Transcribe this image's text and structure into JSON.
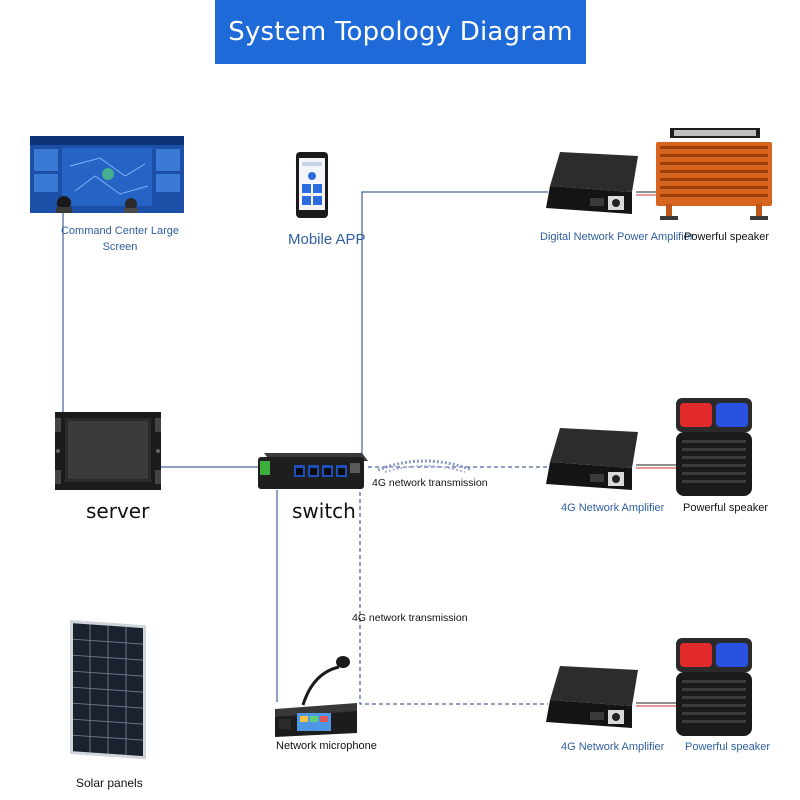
{
  "title": "System Topology Diagram",
  "colors": {
    "banner": "#1e6ad8",
    "link_solid": "#1f3f8a",
    "link_dashed": "#1f3f8a",
    "label_blue": "#2f5f9e",
    "speaker_orange": "#d8651f"
  },
  "nodes": {
    "command_center": {
      "label": "Command Center Large Screen",
      "icon": "monitor-wall-icon"
    },
    "mobile_app": {
      "label": "Mobile APP",
      "icon": "smartphone-icon"
    },
    "server": {
      "label": "server",
      "icon": "rack-server-icon"
    },
    "switch": {
      "label": "switch",
      "icon": "network-switch-icon"
    },
    "network_microphone": {
      "label": "Network microphone",
      "icon": "gooseneck-microphone-icon"
    },
    "solar_panels": {
      "label": "Solar panels",
      "icon": "solar-panel-icon"
    },
    "digital_amplifier": {
      "label": "Digital Network Power Amplifier",
      "icon": "amplifier-icon"
    },
    "amp_4g_1": {
      "label": "4G Network Amplifier",
      "icon": "amplifier-icon"
    },
    "amp_4g_2": {
      "label": "4G Network Amplifier",
      "icon": "amplifier-icon"
    },
    "speaker_1": {
      "label": "Powerful speaker",
      "icon": "horn-array-speaker-icon"
    },
    "speaker_2": {
      "label": "Powerful speaker",
      "icon": "light-speaker-icon"
    },
    "speaker_3": {
      "label": "Powerful speaker",
      "icon": "light-speaker-icon"
    }
  },
  "links": {
    "transmission_1": "4G network transmission",
    "transmission_2": "4G network transmission"
  }
}
